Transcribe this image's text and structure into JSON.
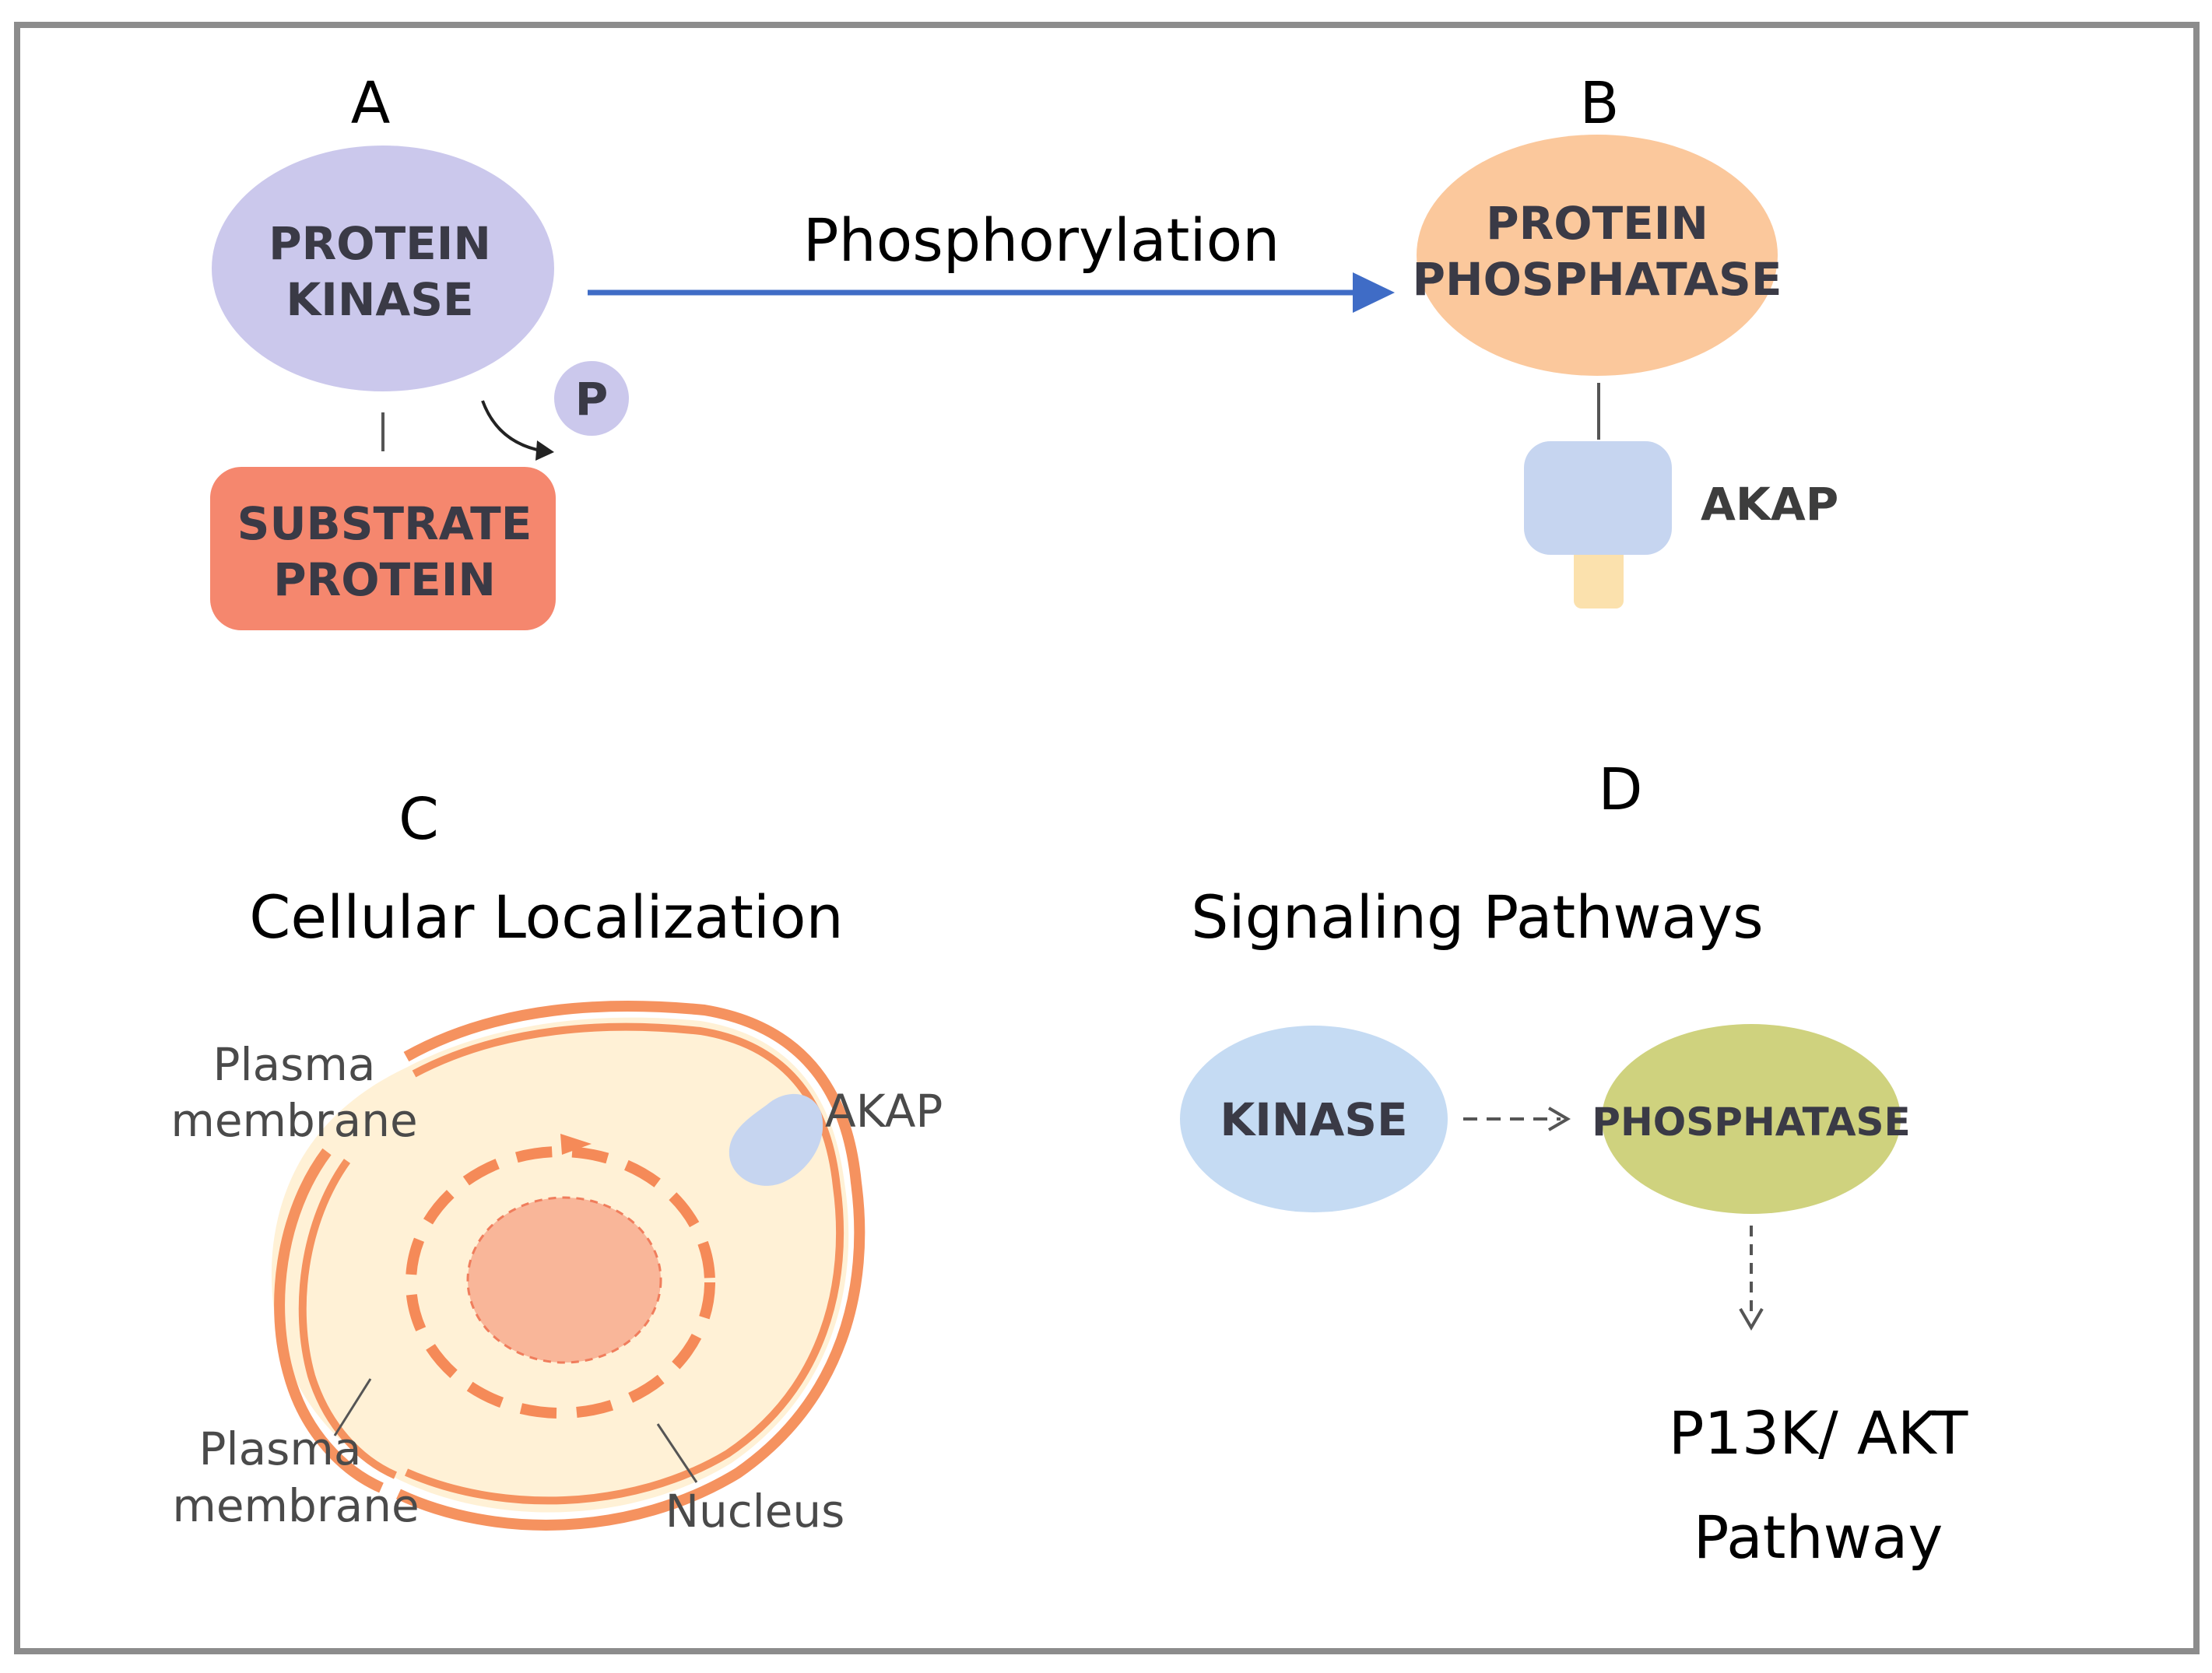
{
  "colors": {
    "frame": "#8c8c8c",
    "kinase_a": "#cbc8ec",
    "substrate": "#f5876e",
    "phosphatase_b": "#fbc89c",
    "akap": "#c6d5f0",
    "akap_tail": "#fbe1ad",
    "arrow": "#3f6cc6",
    "cell_membrane": "#f5925f",
    "cytoplasm": "#fff1d6",
    "nucleus": "#f9b699",
    "kinase_d": "#c5dbf3",
    "phosphatase_d": "#cfd27e"
  },
  "panel_a": {
    "letter": "A",
    "kinase_line1": "PROTEIN",
    "kinase_line2": "KINASE",
    "phosphate": "P",
    "substrate_line1": "SUBSTRATE",
    "substrate_line2": "PROTEIN"
  },
  "arrow_ab": {
    "label": "Phosphorylation"
  },
  "panel_b": {
    "letter": "B",
    "phosphatase_line1": "PROTEIN",
    "phosphatase_line2": "PHOSPHATASE",
    "akap_label": "AKAP"
  },
  "panel_c": {
    "letter": "C",
    "title": "Cellular Localization",
    "membrane_top_line1": "Plasma",
    "membrane_top_line2": "membrane",
    "membrane_bottom_line1": "Plasma",
    "membrane_bottom_line2": "membrane",
    "akap_label": "AKAP",
    "nucleus_label": "Nucleus"
  },
  "panel_d": {
    "letter": "D",
    "title": "Signaling Pathways",
    "kinase_label": "KINASE",
    "phosphatase_label": "PHOSPHATASE",
    "pathway_line1": "P13K/ AKT",
    "pathway_line2": "Pathway"
  }
}
